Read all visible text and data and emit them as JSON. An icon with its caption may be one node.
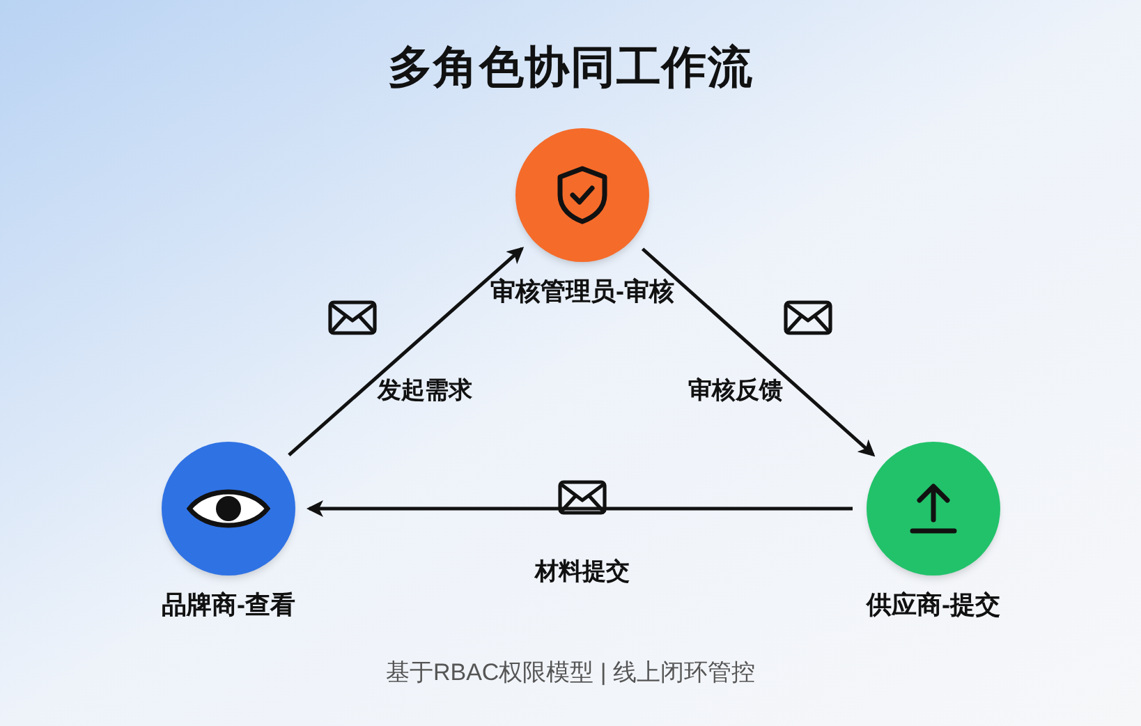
{
  "diagram": {
    "title": "多角色协同工作流",
    "nodes": [
      {
        "text": [
          "审核管理员-审核"
        ]
      },
      {
        "text": [
          "品牌商-查看"
        ]
      },
      {
        "text": [
          "供应商-提交"
        ]
      }
    ],
    "edges": [
      {
        "from": 1,
        "to": 0,
        "arrow": "to",
        "label": "发起需求"
      },
      {
        "from": 0,
        "to": 2,
        "arrow": "to",
        "label": "审核反馈"
      },
      {
        "from": 2,
        "to": 1,
        "arrow": "to",
        "label": "材料提交"
      }
    ],
    "caption": "基于RBAC权限模型 | 线上闭环管控"
  }
}
